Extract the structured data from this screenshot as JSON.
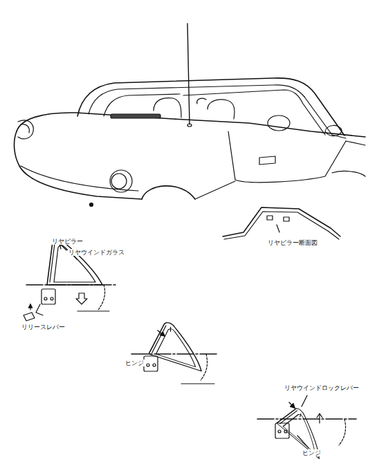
{
  "diagram": {
    "labels": [
      "リヤピラー",
      "リヤウインドガラス",
      "リヤピラー断面図",
      "リリースレバー",
      "ヒンジ",
      "リヤウインドロックレバー",
      "ヒンジ"
    ]
  }
}
